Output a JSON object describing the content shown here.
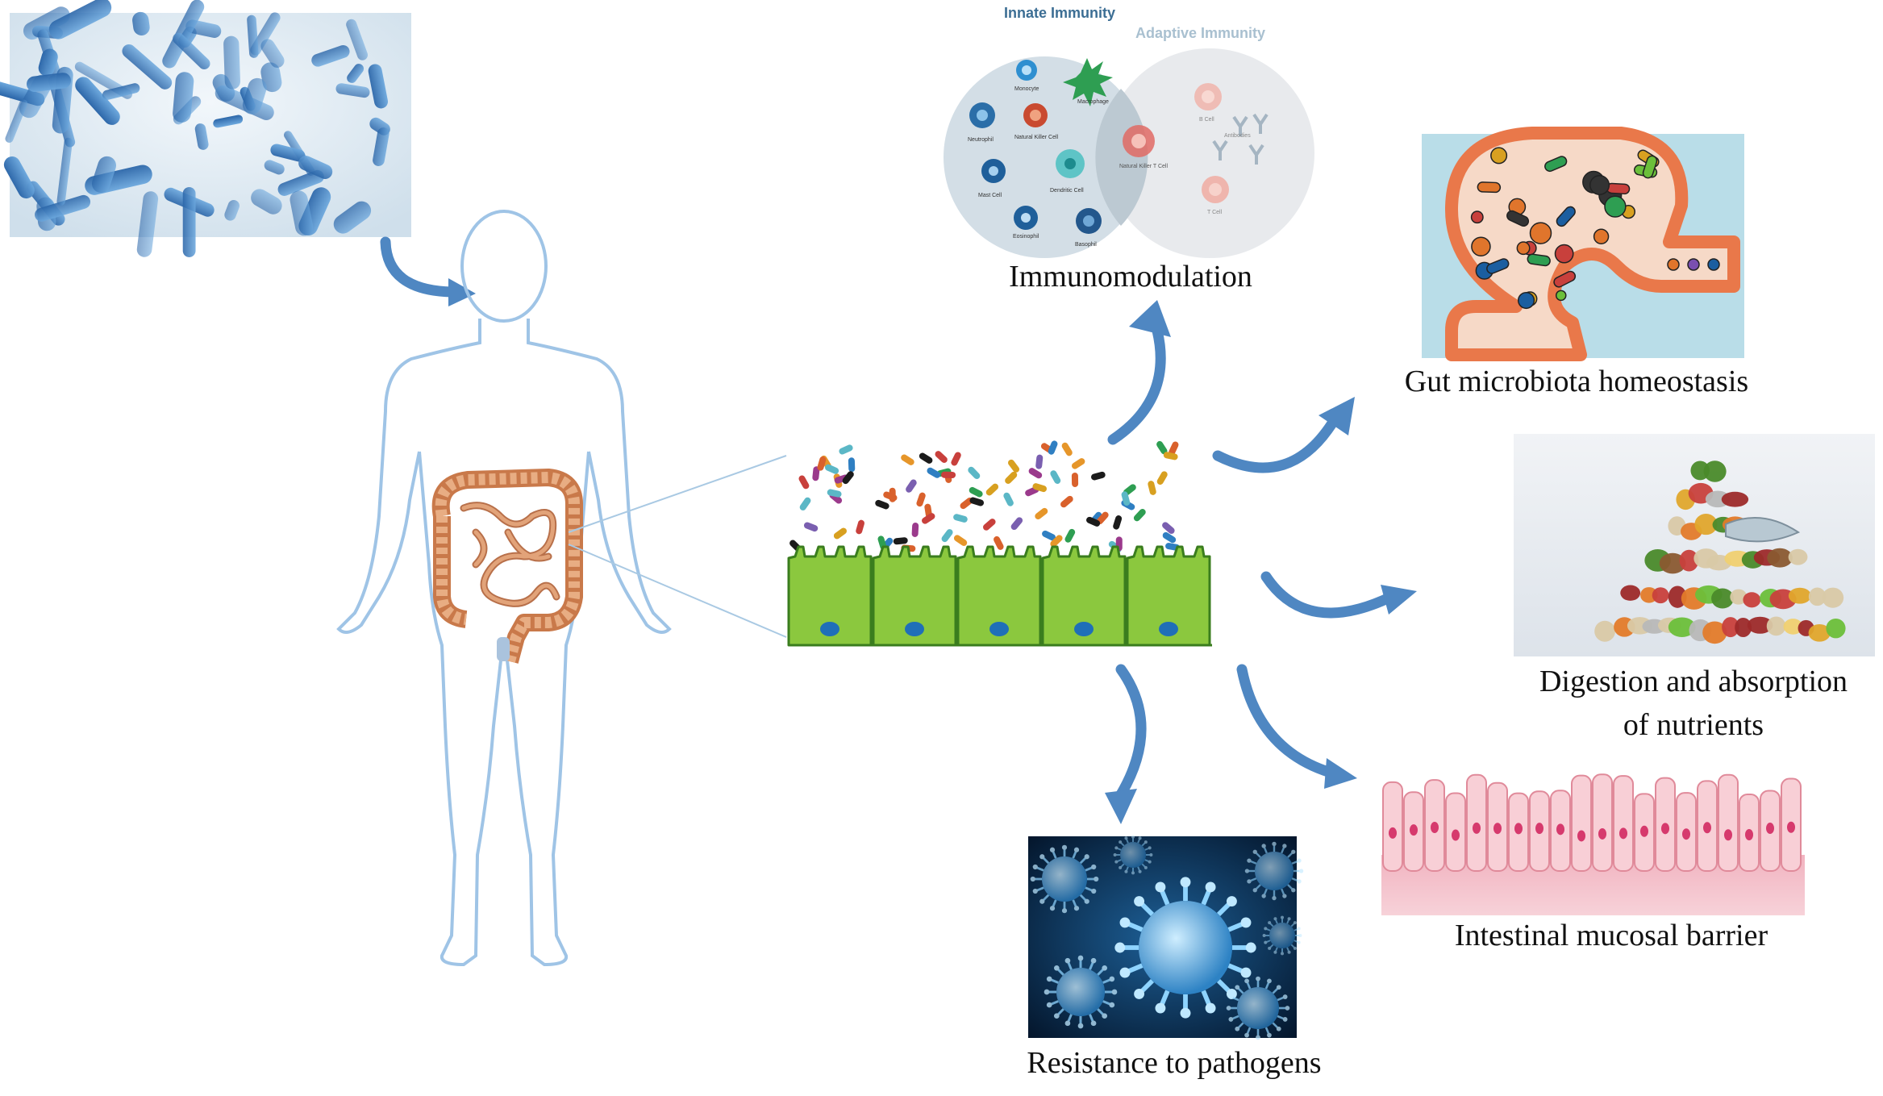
{
  "figure": {
    "colors": {
      "arrow": "#4f87c2",
      "connector": "#a9c9e3",
      "body_outline": "#9fc4e6",
      "villi_fill": "#8bc83e",
      "villi_stroke": "#3a7d1e",
      "nucleus": "#1f6fb8",
      "intestine": "#d99a6c",
      "mucosa_fill": "#f6c8d0",
      "mucosa_nucleus": "#d63a6d"
    },
    "immunity": {
      "innate_title": "Innate Immunity",
      "adaptive_title": "Adaptive Immunity",
      "cells": [
        "Monocyte",
        "Macrophage",
        "Neutrophil",
        "Natural Killer Cell",
        "Mast Cell",
        "Dendritic Cell",
        "Eosinophil",
        "Basophil",
        "Natural Killer T Cell",
        "B Cell",
        "Antibodies",
        "T Cell"
      ]
    },
    "labels": {
      "immunomodulation": "Immunomodulation",
      "gut_homeostasis": "Gut microbiota homeostasis",
      "digestion_line1": "Digestion and absorption",
      "digestion_line2": "of nutrients",
      "mucosal_barrier": "Intestinal mucosal barrier",
      "pathogens": "Resistance to pathogens"
    },
    "icons": [
      "bacteria-image",
      "human-body-outline",
      "intestine-icon",
      "epithelium-villi",
      "immune-cells-venn",
      "gut-microbes-cartoon",
      "food-pyramid-image",
      "mucosa-cells",
      "virus-image",
      "curved-arrow-icon"
    ]
  }
}
